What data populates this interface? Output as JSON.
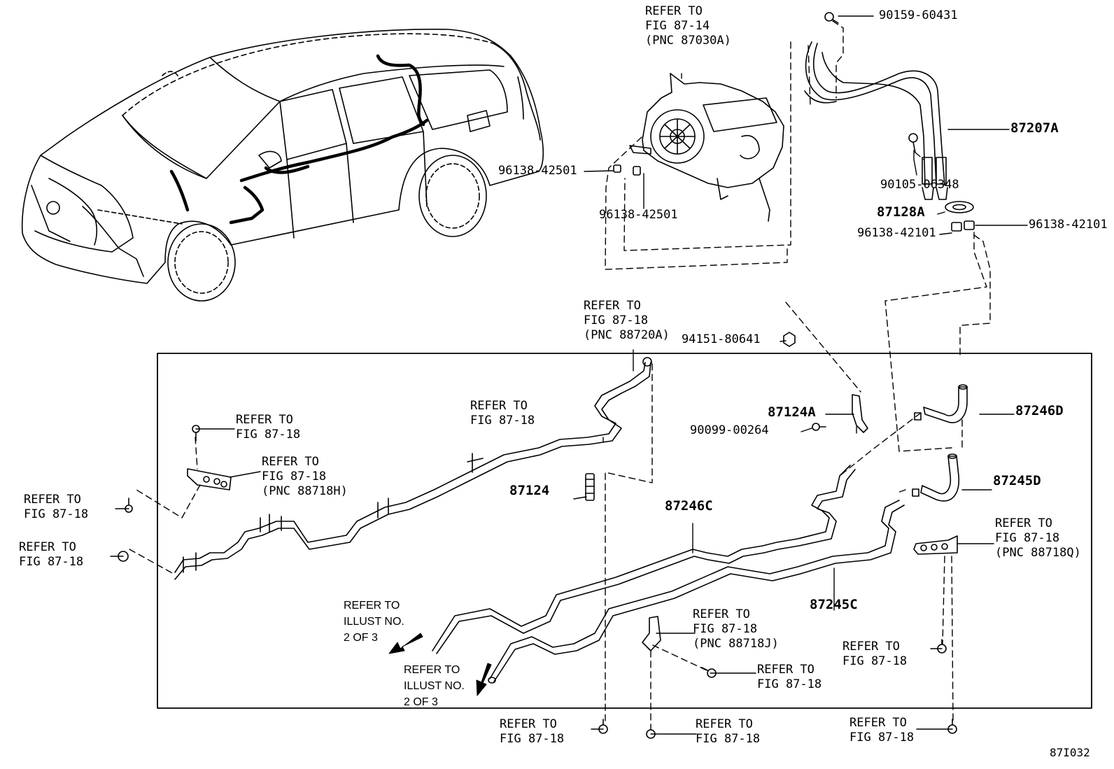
{
  "figure_code": "87I032",
  "refer_labels": {
    "hvac_unit": [
      "REFER TO",
      "FIG 87-14",
      "(PNC 87030A)"
    ],
    "fig_87_18_pnc_88720a": [
      "REFER TO",
      "FIG 87-18",
      "(PNC 88720A)"
    ],
    "clamp_top_left": [
      "REFER TO",
      "FIG 87-18"
    ],
    "bracket_88718h": [
      "REFER TO",
      "FIG 87-18",
      "(PNC 88718H)"
    ],
    "bolt_left_1": [
      "REFER TO",
      "FIG 87-18"
    ],
    "bolt_left_2": [
      "REFER TO",
      "FIG 87-18"
    ],
    "pipe_mid": [
      "REFER TO",
      "FIG 87-18"
    ],
    "bracket_88718q": [
      "REFER TO",
      "FIG 87-18",
      "(PNC 88718Q)"
    ],
    "bracket_88718j": [
      "REFER TO",
      "FIG 87-18",
      "(PNC 88718J)"
    ],
    "bolt_center": [
      "REFER TO",
      "FIG 87-18"
    ],
    "bolt_right_inner": [
      "REFER TO",
      "FIG 87-18"
    ],
    "bottom_left": [
      "REFER TO",
      "FIG 87-18"
    ],
    "bottom_center": [
      "REFER TO",
      "FIG 87-18"
    ],
    "bottom_right": [
      "REFER TO",
      "FIG 87-18"
    ],
    "illust_1": [
      "REFER TO",
      "ILLUST NO.",
      "2 OF 3"
    ],
    "illust_2": [
      "REFER TO",
      "ILLUST NO.",
      "2 OF 3"
    ]
  },
  "part_numbers": {
    "p90159_60431": "90159-60431",
    "p87207a": "87207A",
    "p90105_06348": "90105-06348",
    "p87128a": "87128A",
    "p96138_42101_left": "96138-42101",
    "p96138_42101_right": "96138-42101",
    "p96138_42501_a": "96138-42501",
    "p96138_42501_b": "96138-42501",
    "p94151_80641": "94151-80641",
    "p87124a": "87124A",
    "p90099_00264": "90099-00264",
    "p87246d": "87246D",
    "p87245d": "87245D",
    "p87124": "87124",
    "p87246c": "87246C",
    "p87245c": "87245C"
  }
}
